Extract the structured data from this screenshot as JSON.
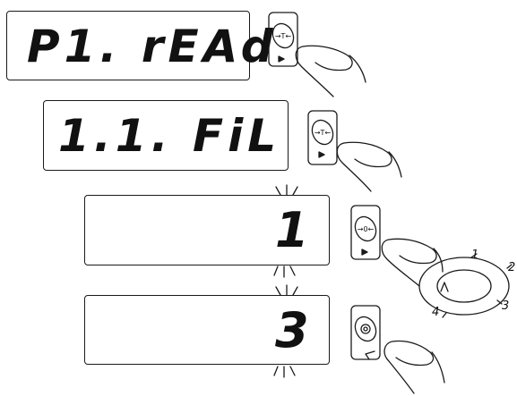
{
  "displays": [
    {
      "text": "P1. rEAd"
    },
    {
      "text": "1.1. FiL"
    },
    {
      "text": "1"
    },
    {
      "text": "3"
    }
  ],
  "buttons": [
    {
      "symbol": "→T←",
      "icon": "tare-button-icon"
    },
    {
      "symbol": "→T←",
      "icon": "tare-button-icon"
    },
    {
      "symbol": "→0←",
      "icon": "zero-button-icon"
    },
    {
      "symbol": "",
      "icon": "print-enter-button-icon"
    }
  ],
  "cycle": {
    "values": [
      "1",
      "2",
      "3",
      "4"
    ]
  }
}
